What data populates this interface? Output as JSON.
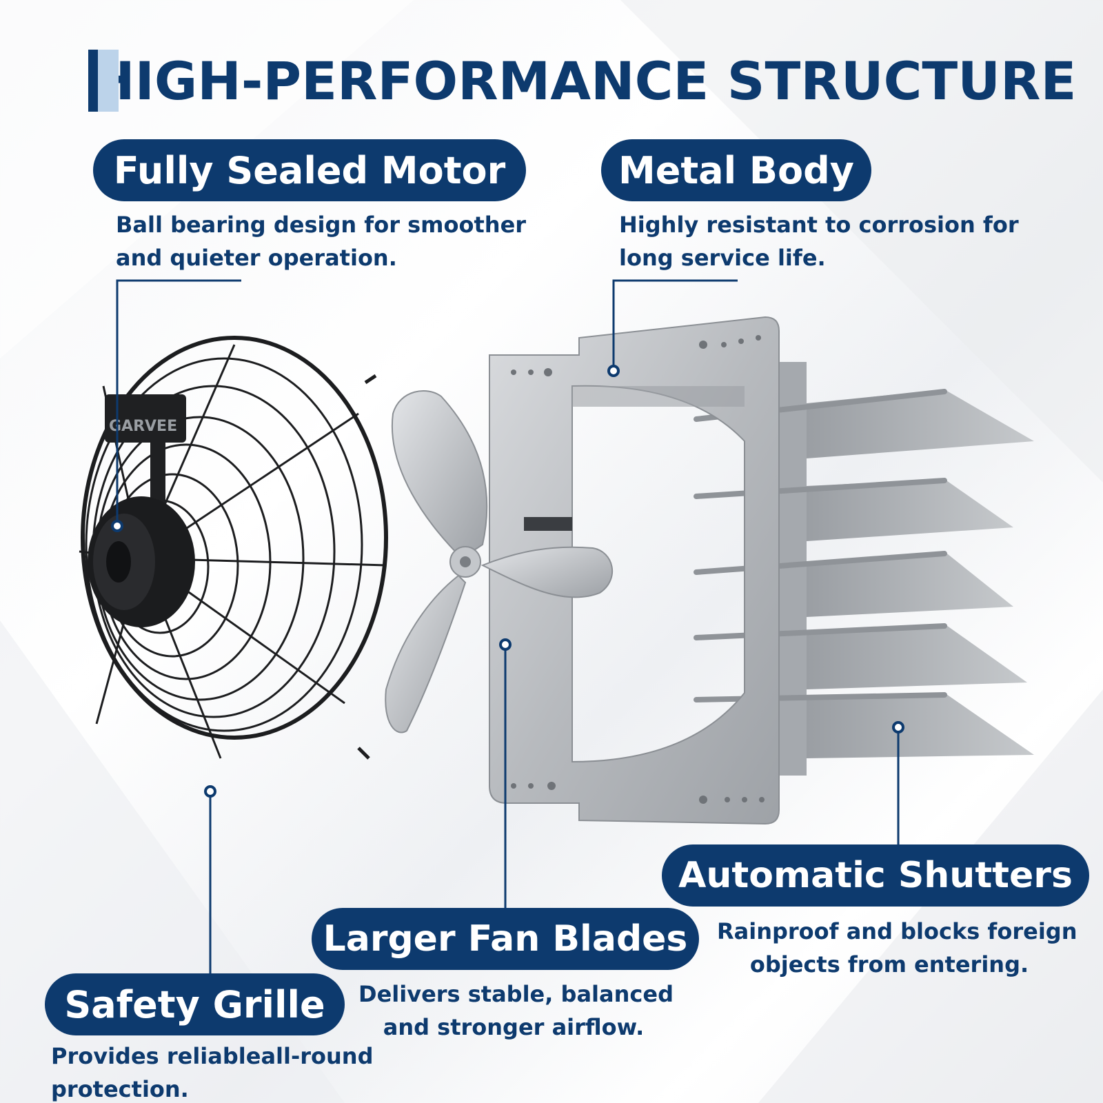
{
  "title": "HIGH-PERFORMANCE STRUCTURE",
  "brand": "GARVEE",
  "colors": {
    "navy": "#0d3a6e",
    "light_blue": "#bcd3ea",
    "white": "#ffffff"
  },
  "features": {
    "motor": {
      "label": "Fully Sealed Motor",
      "line1": "Ball bearing design for smoother",
      "line2": "and quieter operation."
    },
    "body": {
      "label": "Metal Body",
      "line1": "Highly resistant to corrosion for",
      "line2": "long service life."
    },
    "shutters": {
      "label": "Automatic Shutters",
      "line1": "Rainproof and blocks foreign",
      "line2": "objects from entering."
    },
    "blades": {
      "label": "Larger Fan Blades",
      "line1": "Delivers stable, balanced",
      "line2": "and stronger airflow."
    },
    "grille": {
      "label": "Safety Grille",
      "line1": "Provides reliableall-round",
      "line2": "protection."
    }
  }
}
